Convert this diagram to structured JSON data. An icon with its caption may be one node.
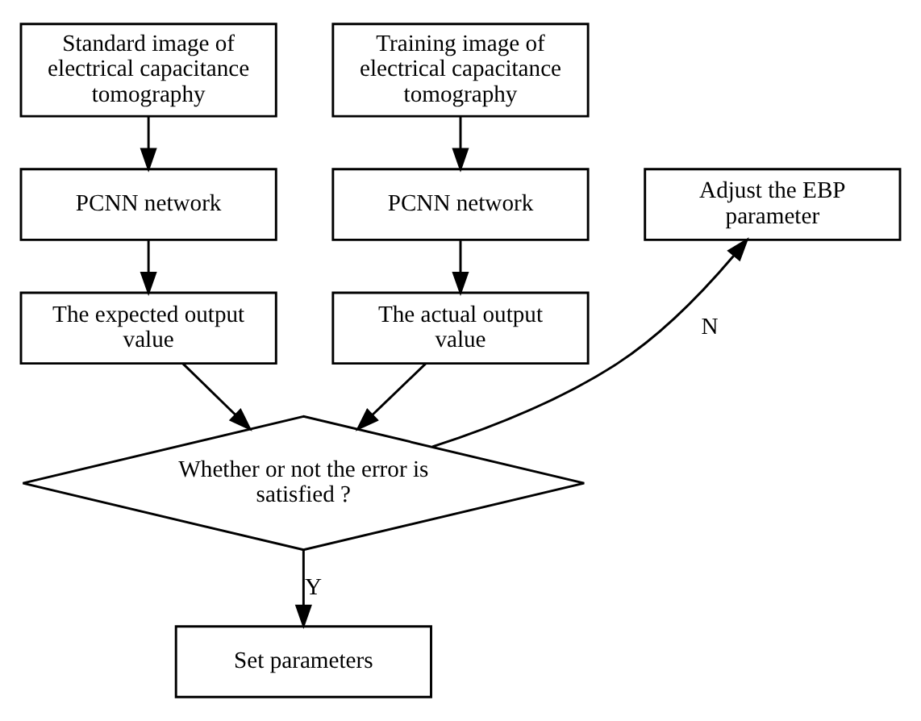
{
  "diagram": {
    "nodes": [
      {
        "text": [
          "Standard image of electrical capacitance tomography"
        ]
      },
      {
        "text": [
          "Training image of electrical capacitance tomography"
        ]
      },
      {
        "text": [
          "PCNN network"
        ]
      },
      {
        "text": [
          "PCNN network"
        ]
      },
      {
        "text": [
          "Adjust the EBP parameter"
        ]
      },
      {
        "text": [
          "The expected output value"
        ]
      },
      {
        "text": [
          "The actual output value"
        ]
      },
      {
        "text": [
          "Whether or not the error is satisfied ?"
        ]
      },
      {
        "text": [
          "Set parameters"
        ]
      }
    ],
    "edges": [
      {
        "from": 0,
        "to": 2,
        "arrow": "to"
      },
      {
        "from": 1,
        "to": 3,
        "arrow": "to"
      },
      {
        "from": 2,
        "to": 5,
        "arrow": "to"
      },
      {
        "from": 3,
        "to": 6,
        "arrow": "to"
      },
      {
        "from": 5,
        "to": 7,
        "arrow": "to"
      },
      {
        "from": 6,
        "to": 7,
        "arrow": "to"
      },
      {
        "from": 7,
        "to": 4,
        "arrow": "to",
        "label": "N"
      },
      {
        "from": 7,
        "to": 8,
        "arrow": "to",
        "label": "Y"
      }
    ]
  }
}
